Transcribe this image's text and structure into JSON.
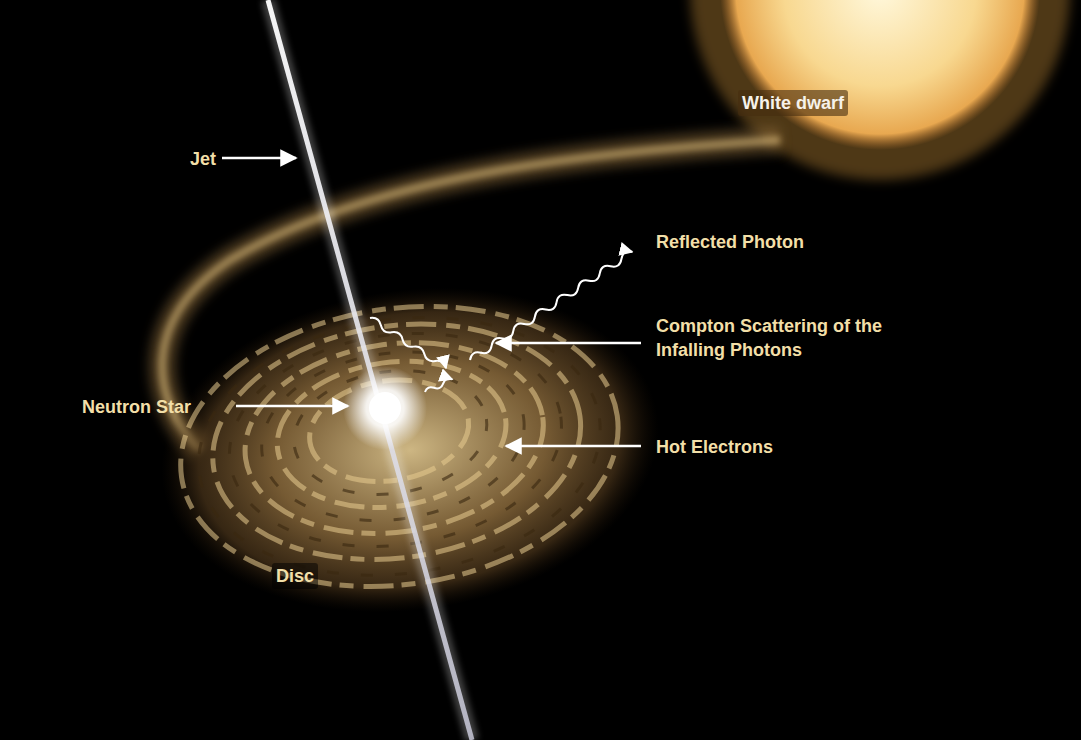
{
  "diagram": {
    "labels": [
      "White dwarf",
      "Jet",
      "Reflected Photon",
      "Compton Scattering of the Infalling Photons",
      "Neutron Star",
      "Hot Electrons",
      "Disc"
    ]
  }
}
